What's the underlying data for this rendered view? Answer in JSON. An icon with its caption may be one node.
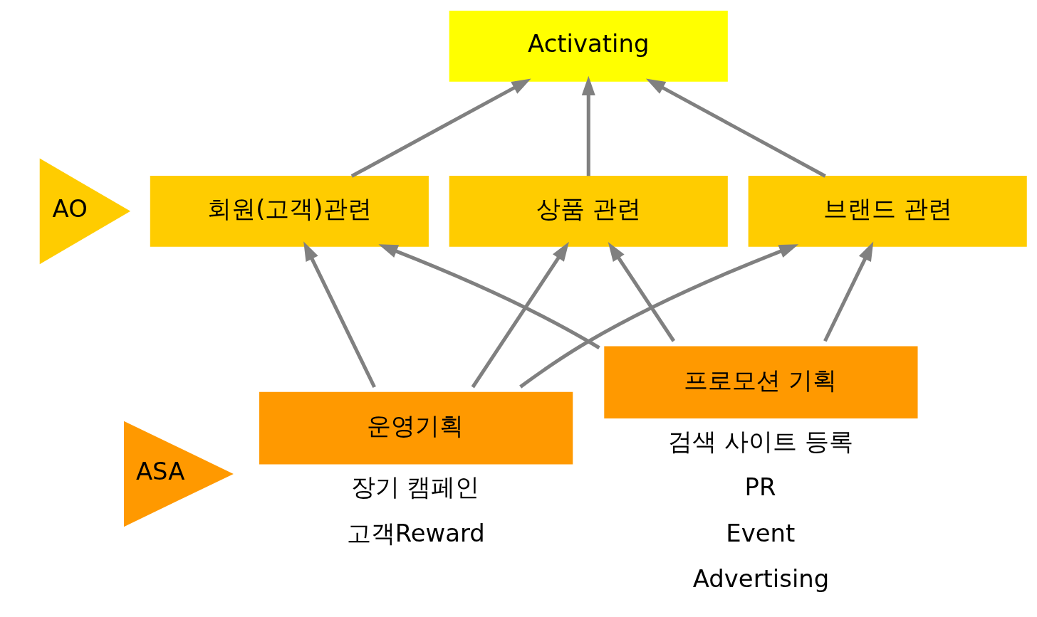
{
  "diagram": {
    "nodes": [
      {
        "text": [
          "Activating"
        ]
      },
      {
        "text": [
          "AO"
        ]
      },
      {
        "text": [
          "회원(고객)관련"
        ]
      },
      {
        "text": [
          "상품 관련"
        ]
      },
      {
        "text": [
          "브랜드 관련"
        ]
      },
      {
        "text": [
          "ASA"
        ]
      },
      {
        "text": [
          "운영기획"
        ],
        "beside": [
          "장기 캠페인",
          "고객Reward"
        ]
      },
      {
        "text": [
          "프로모션 기획"
        ],
        "beside": [
          "검색 사이트 등록",
          "PR",
          "Event",
          "Advertising"
        ]
      }
    ],
    "edges": [
      {
        "from": 2,
        "to": 0,
        "arrow": "to"
      },
      {
        "from": 3,
        "to": 0,
        "arrow": "to"
      },
      {
        "from": 4,
        "to": 0,
        "arrow": "to"
      },
      {
        "from": 6,
        "to": 2,
        "arrow": "to"
      },
      {
        "from": 6,
        "to": 3,
        "arrow": "to"
      },
      {
        "from": 6,
        "to": 4,
        "arrow": "to"
      },
      {
        "from": 7,
        "to": 2,
        "arrow": "to"
      },
      {
        "from": 7,
        "to": 3,
        "arrow": "to"
      },
      {
        "from": 7,
        "to": 4,
        "arrow": "to"
      }
    ]
  }
}
